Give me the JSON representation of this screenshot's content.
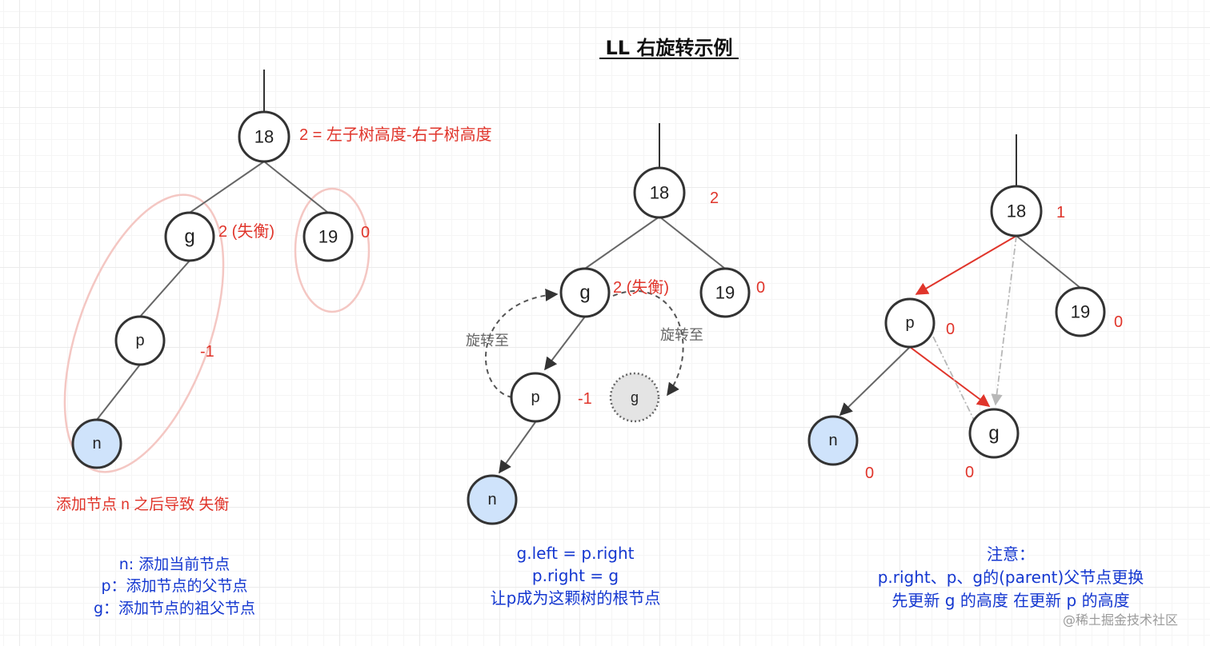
{
  "title": "LL 右旋转示例",
  "diagram1": {
    "nodes": {
      "root": "18",
      "g": "g",
      "right": "19",
      "p": "p",
      "n": "n"
    },
    "labels": {
      "root_height": "2 = 左子树高度-右子树高度",
      "g_height": "2 (失衡)",
      "right_height": "0",
      "p_height": "-1"
    },
    "caption": "添加节点 n 之后导致 失衡",
    "legend": [
      "n:  添加当前节点",
      "p：添加节点的父节点",
      "g：添加节点的祖父节点"
    ]
  },
  "diagram2": {
    "nodes": {
      "root": "18",
      "g": "g",
      "right": "19",
      "p": "p",
      "ghost": "g",
      "n": "n"
    },
    "labels": {
      "root_height": "2",
      "g_height": "2 (失衡)",
      "right_height": "0",
      "p_height": "-1",
      "rotate_left": "旋转至",
      "rotate_right": "旋转至"
    },
    "notes": [
      "g.left = p.right",
      "p.right = g",
      "让p成为这颗树的根节点"
    ]
  },
  "diagram3": {
    "nodes": {
      "root": "18",
      "p": "p",
      "right": "19",
      "n": "n",
      "g": "g"
    },
    "labels": {
      "root_height": "1",
      "p_height": "0",
      "right_height": "0",
      "n_height": "0",
      "g_height": "0"
    },
    "notes": [
      "注意：",
      "p.right、p、g的(parent)父节点更换",
      "先更新 g 的高度  在更新 p 的高度"
    ]
  },
  "watermark": "@稀土掘金技术社区",
  "colors": {
    "red": "#e0352b",
    "blue_text": "#1437d0",
    "node_fill_blue": "#cfe3fb",
    "highlight_ellipse": "#f4c7c3"
  }
}
